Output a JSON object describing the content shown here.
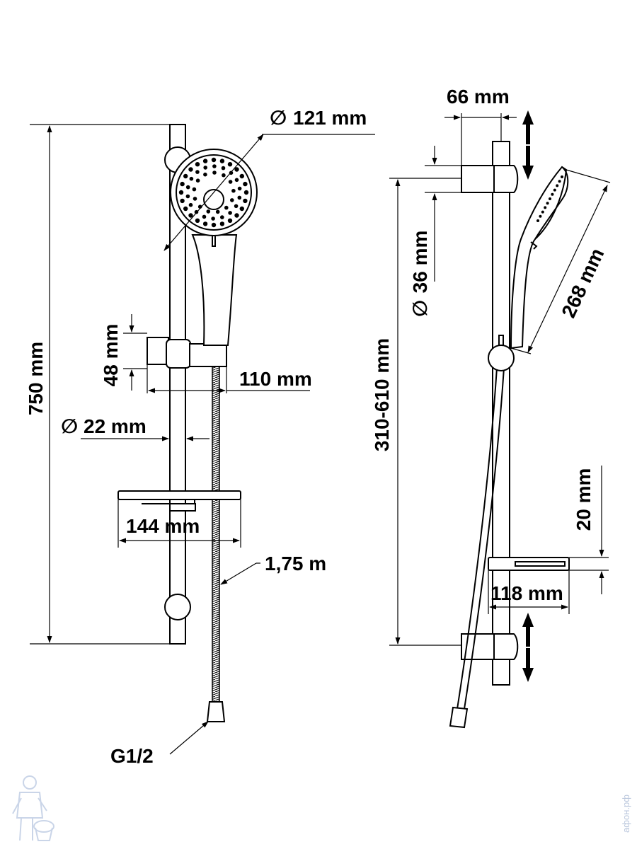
{
  "diagram": {
    "title": "Shower rail set dimension drawing",
    "front_view": {
      "head_diameter": "121 mm",
      "total_height": "750 mm",
      "holder_height": "48 mm",
      "holder_depth": "110 mm",
      "rail_diameter": "22 mm",
      "shelf_width": "144 mm",
      "hose_length": "1,75 m",
      "connection": "G1/2"
    },
    "side_view": {
      "bracket_depth": "66 mm",
      "bracket_diameter": "36 mm",
      "handset_length": "268 mm",
      "adjust_range": "310-610 mm",
      "shelf_height": "20 mm",
      "shelf_depth": "118 mm"
    },
    "symbols": {
      "diameter": "∅"
    },
    "watermark": "афон.рф"
  },
  "colors": {
    "line": "#000000",
    "watermark": "#b9c6dc"
  }
}
